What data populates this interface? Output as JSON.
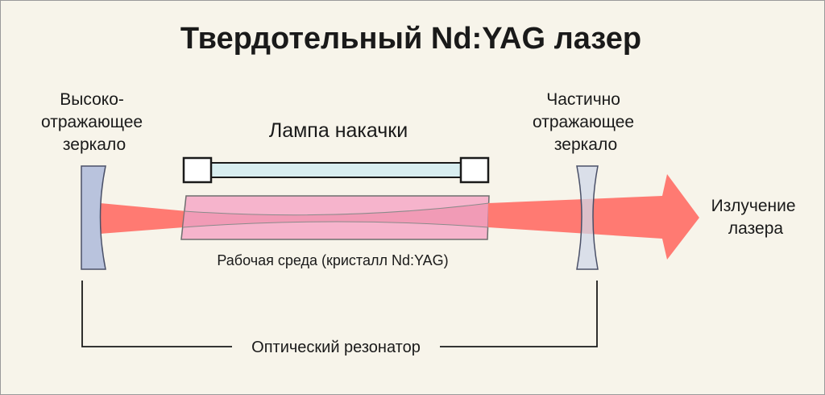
{
  "title": "Твердотельный Nd:YAG лазер",
  "labels": {
    "hr_mirror": [
      "Высоко-",
      "отражающее",
      "зеркало"
    ],
    "pump_lamp": "Лампа накачки",
    "pr_mirror": [
      "Частично",
      "отражающее",
      "зеркало"
    ],
    "laser_output": [
      "Излучение",
      "лазера"
    ],
    "gain_medium": "Рабочая среда (кристалл Nd:YAG)",
    "resonator": "Оптический резонатор"
  },
  "colors": {
    "background": "#f7f4ea",
    "beam": "#ff7a72",
    "crystal": "#f6b4cc",
    "hr_mirror": "#b9c3dd",
    "pr_mirror": "#d0d8e8",
    "lamp_tube": "#d8eef0"
  }
}
